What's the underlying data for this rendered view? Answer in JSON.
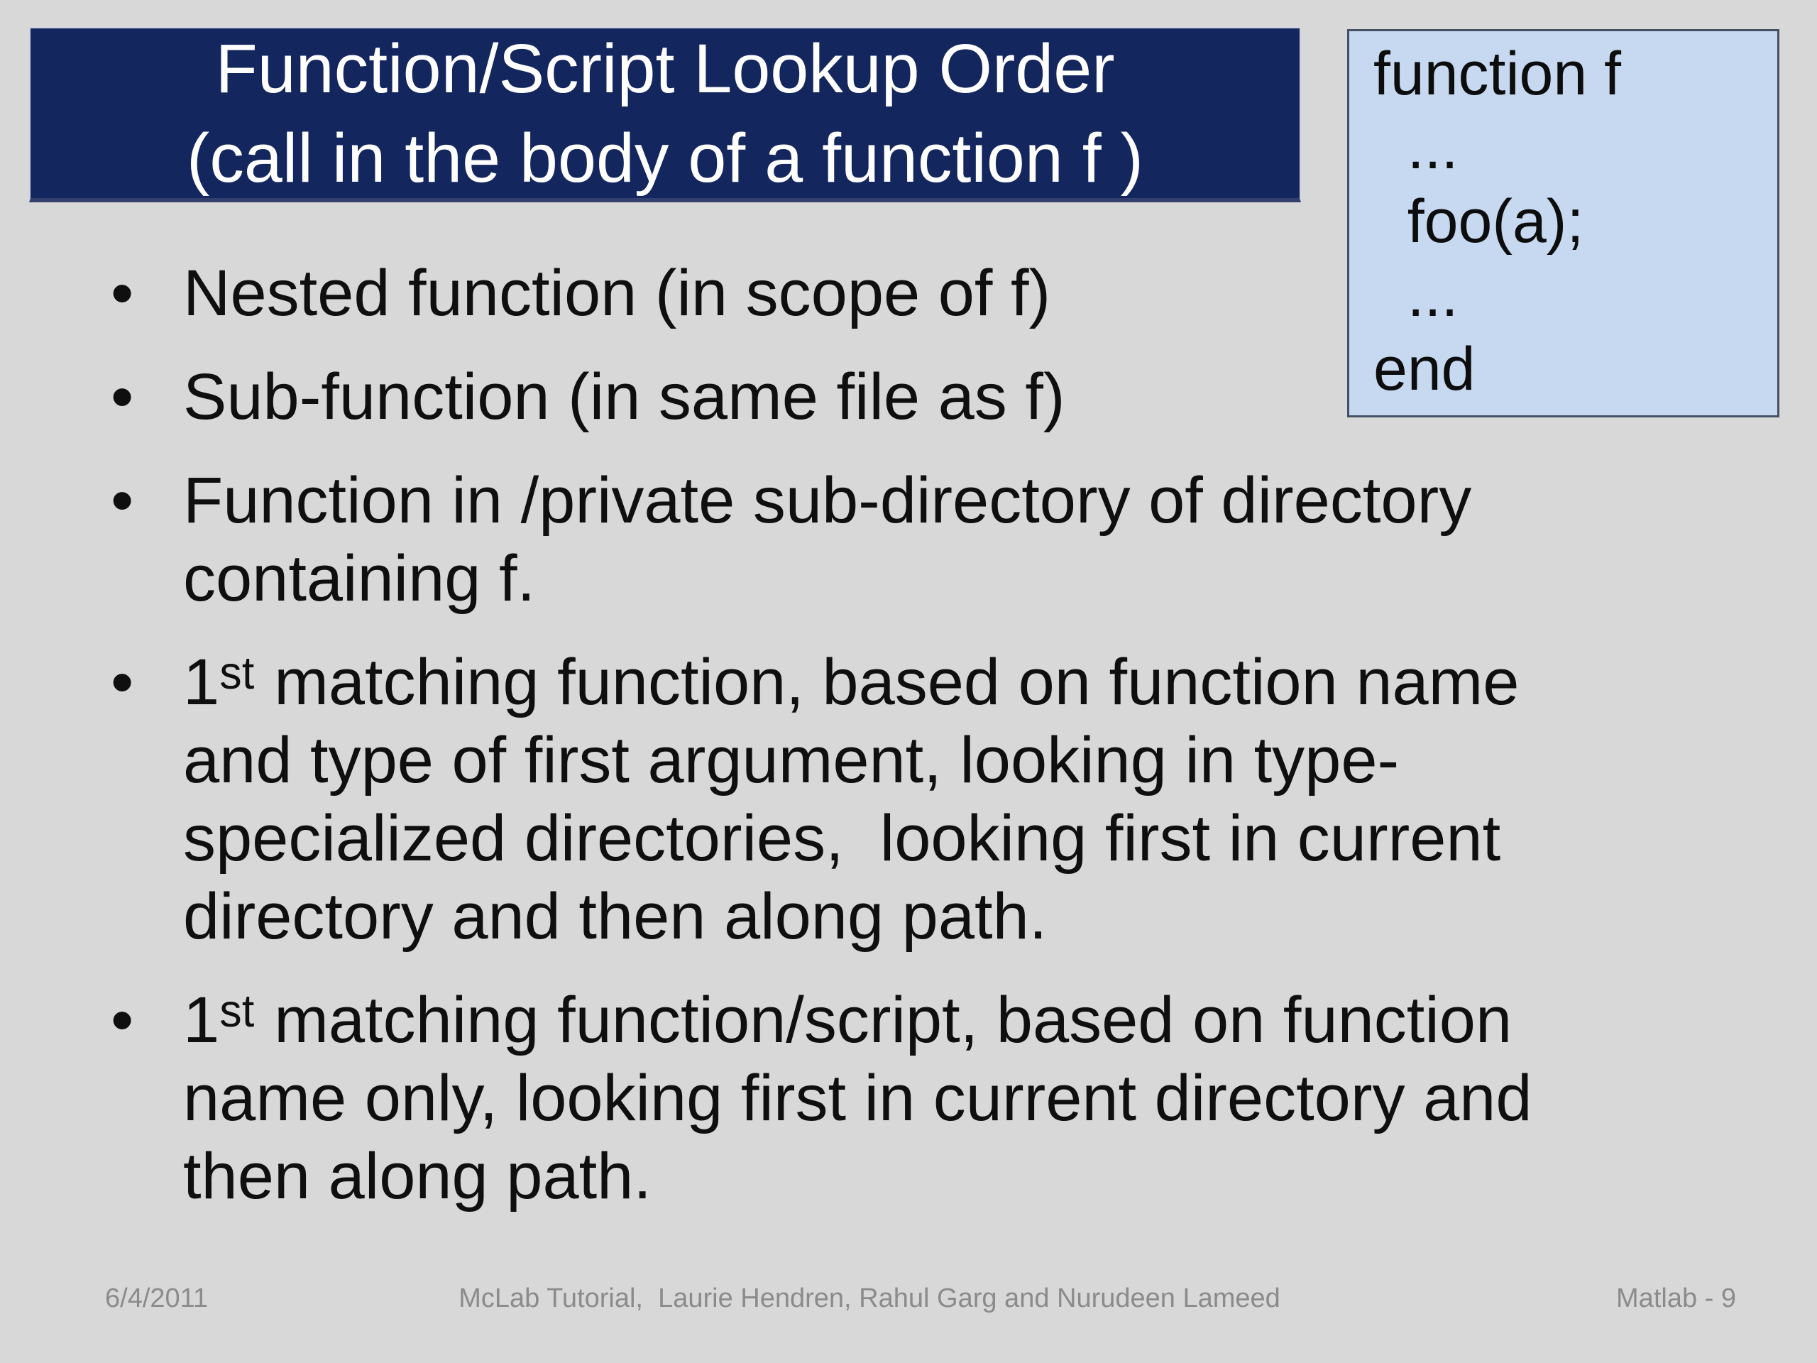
{
  "slide": {
    "title": {
      "lines": [
        "Function/Script Lookup Order",
        "(call in the body of a function f )"
      ]
    },
    "code_box": {
      "lines": [
        "function f",
        "  ...",
        "  foo(a);",
        "  ...",
        "end"
      ]
    },
    "bullet_marker": "•",
    "bullets": [
      {
        "lines": [
          "Nested function (in scope of f)"
        ]
      },
      {
        "lines": [
          "Sub-function (in same file as f)"
        ]
      },
      {
        "lines": [
          "Function in /private sub-directory of directory",
          "containing f."
        ]
      },
      {
        "lines": [
          "1ˢᵗ matching function, based on function name",
          "and type of first argument, looking in type-",
          "specialized directories,  looking first in current",
          "directory and then along path."
        ]
      },
      {
        "lines": [
          "1ˢᵗ matching function/script, based on function",
          "name only, looking first in current directory and",
          "then along path."
        ]
      }
    ],
    "footer": {
      "date": "6/4/2011",
      "credits": "McLab Tutorial,  Laurie Hendren, Rahul Garg and Nurudeen Lameed",
      "page": "Matlab - 9"
    },
    "colors": {
      "background": "#d8d8d8",
      "title_bg": "#14265e",
      "title_text": "#ffffff",
      "code_bg": "#c6d9f0",
      "code_border": "#465064",
      "body_text": "#0f0f0f",
      "footer_text": "#8b8b8b"
    }
  }
}
